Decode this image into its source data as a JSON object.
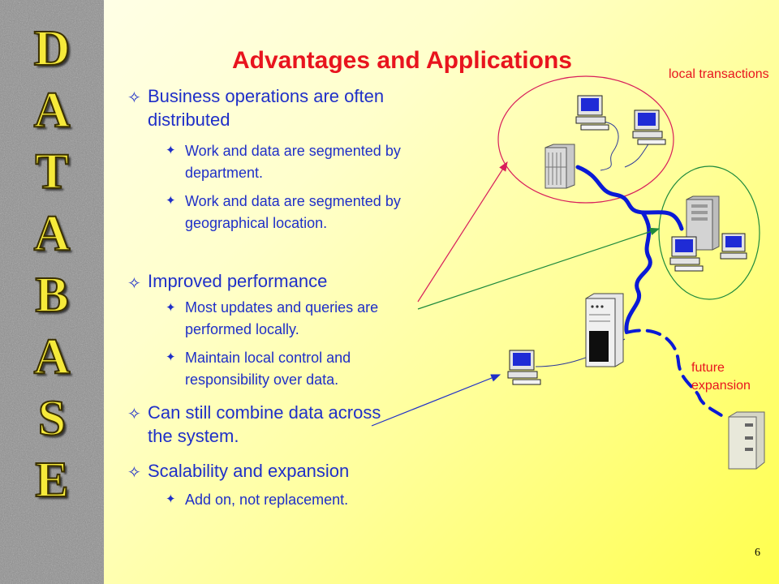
{
  "sidebar": {
    "letters": [
      "D",
      "A",
      "T",
      "A",
      "B",
      "A",
      "S",
      "E"
    ]
  },
  "slide": {
    "title": "Advantages and Applications",
    "bullets": [
      {
        "text": "Business operations are often distributed",
        "sub": [
          "Work and data are segmented by department.",
          "Work and data are segmented by geographical location."
        ]
      },
      {
        "text": "Improved performance",
        "sub": [
          "Most updates and queries are performed locally.",
          "Maintain local control and responsibility over data."
        ]
      },
      {
        "text": "Can still combine data across the system.",
        "sub": []
      },
      {
        "text": "Scalability and expansion",
        "sub": [
          "Add on, not replacement."
        ]
      }
    ],
    "page_number": "6"
  },
  "diagram": {
    "labels": {
      "local": "local transactions",
      "future": "future expansion"
    },
    "icons": [
      "server-icon",
      "workstation-icon",
      "tower-server-icon",
      "computer-icon"
    ],
    "colors": {
      "title": "#e8141e",
      "text": "#1f2fc8",
      "network_line": "#0a1ad6",
      "arrow_red": "#d81e5b",
      "arrow_green": "#1e8a3c",
      "arrow_blue": "#1f2fc8"
    }
  }
}
